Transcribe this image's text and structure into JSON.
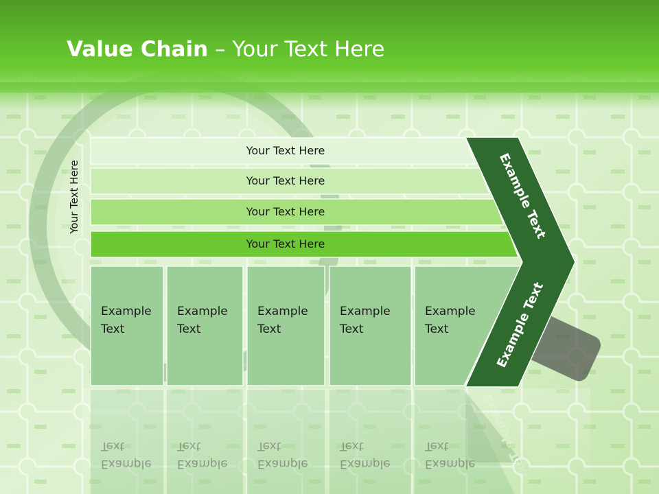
{
  "slide": {
    "title_bold": "Value Chain",
    "title_rest": " – Your Text Here",
    "side_label": "Your Text Here"
  },
  "bars": [
    {
      "label": "Your Text Here",
      "color": "#e3f5d8"
    },
    {
      "label": "Your Text Here",
      "color": "#c8ecb1"
    },
    {
      "label": "Your Text Here",
      "color": "#a6e07d"
    },
    {
      "label": "Your Text Here",
      "color": "#6cc933"
    }
  ],
  "columns": [
    {
      "line1": "Example",
      "line2": "Text"
    },
    {
      "line1": "Example",
      "line2": "Text"
    },
    {
      "line1": "Example",
      "line2": "Text"
    },
    {
      "line1": "Example",
      "line2": "Text"
    },
    {
      "line1": "Example",
      "line2": "Text"
    }
  ],
  "arrow": {
    "upper_label": "Example Text",
    "lower_label": "Example Text",
    "color": "#2f6a2f"
  },
  "colors": {
    "header": "#5fbb2b",
    "column_fill": "#9ccf98"
  }
}
